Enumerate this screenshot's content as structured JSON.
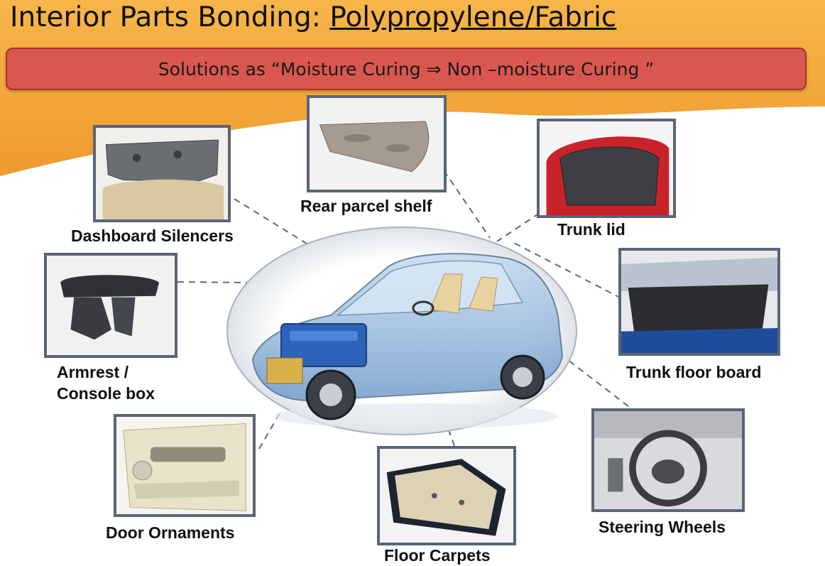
{
  "title": {
    "prefix": "Interior Parts Bonding: ",
    "highlight": "Polypropylene/Fabric"
  },
  "subtitle": "Solutions as “Moisture Curing ⇒ Non –moisture Curing ”",
  "colors": {
    "header_orange": "#f2a43a",
    "subtitle_bar": "#d9574e",
    "frame_border": "#5a6478",
    "connector": "#5b6a86"
  },
  "parts": {
    "dashboard_silencers": "Dashboard Silencers",
    "rear_parcel_shelf": "Rear parcel shelf",
    "trunk_lid": "Trunk lid",
    "armrest_line1": "Armrest /",
    "armrest_line2": "Console box",
    "trunk_floor_board": "Trunk floor board",
    "door_ornaments": "Door Ornaments",
    "floor_carpets": "Floor Carpets",
    "steering_wheels": "Steering Wheels"
  }
}
